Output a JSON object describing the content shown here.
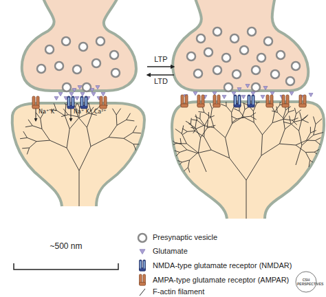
{
  "diagram": {
    "labels": [
      "LTP",
      "LTD",
      "Na⁺ K⁺",
      "Na⁺ K⁺ Ca²⁺",
      "~500 nm",
      "CSH PERSPECTIVES"
    ],
    "legend": [
      {
        "text": "Presynaptic vesicle"
      },
      {
        "text": "Glutamate"
      },
      {
        "text": "NMDA-type glutamate receptor (NMDAR)"
      },
      {
        "text": "AMPA-type glutamate receptor (AMPAR)"
      },
      {
        "text": "F-actin filament"
      }
    ]
  }
}
